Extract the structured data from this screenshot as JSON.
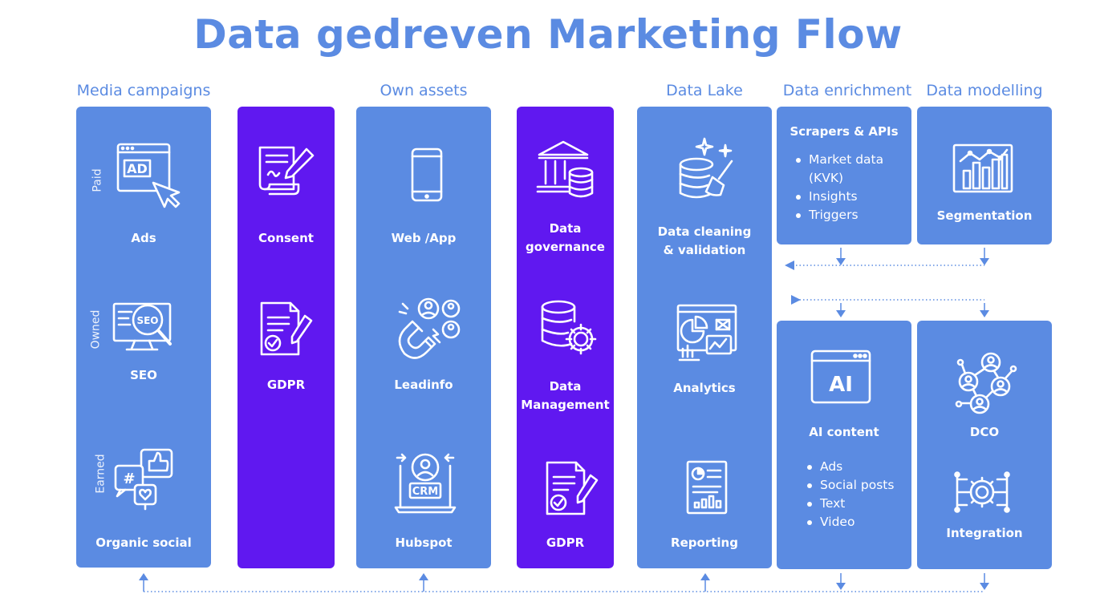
{
  "title": "Data gedreven Marketing Flow",
  "sections": {
    "media": "Media campaigns",
    "own": "Own assets",
    "lake": "Data Lake",
    "enrichment": "Data enrichment",
    "modelling": "Data modelling"
  },
  "media": {
    "paid_tag": "Paid",
    "owned_tag": "Owned",
    "earned_tag": "Earned",
    "ads": "Ads",
    "seo": "SEO",
    "organic": "Organic social"
  },
  "consent_col": {
    "consent": "Consent",
    "gdpr": "GDPR"
  },
  "own_assets": {
    "web": "Web /App",
    "leadinfo": "Leadinfo",
    "hubspot": "Hubspot"
  },
  "governance_col": {
    "governance_1": "Data",
    "governance_2": "governance",
    "management_1": "Data",
    "management_2": "Management",
    "gdpr": "GDPR"
  },
  "lake": {
    "cleaning_1": "Data cleaning",
    "cleaning_2": "& validation",
    "analytics": "Analytics",
    "reporting": "Reporting"
  },
  "enrichment": {
    "heading": "Scrapers & APIs",
    "items": [
      "Market data",
      "(KVK)",
      "Insights",
      "Triggers"
    ]
  },
  "segmentation": {
    "label": "Segmentation"
  },
  "ai": {
    "label": "AI content",
    "icon_text": "AI",
    "items": [
      "Ads",
      "Social posts",
      "Text",
      "Video"
    ]
  },
  "dco": {
    "dco": "DCO",
    "integration": "Integration"
  },
  "icon_text": {
    "ad": "AD",
    "seo": "SEO",
    "crm": "CRM",
    "hash": "#"
  },
  "colors": {
    "blue": "#5b8be2",
    "purple": "#6018f0",
    "white": "#ffffff"
  },
  "icons": [
    "ad-window-icon",
    "seo-monitor-icon",
    "social-icon",
    "contract-icon",
    "gdpr-doc-icon",
    "phone-icon",
    "magnet-icon",
    "crm-icon",
    "bank-database-icon",
    "database-gear-icon",
    "database-clean-icon",
    "analytics-dashboard-icon",
    "report-icon",
    "chart-board-icon",
    "ai-window-icon",
    "network-icon",
    "integration-gear-icon"
  ]
}
